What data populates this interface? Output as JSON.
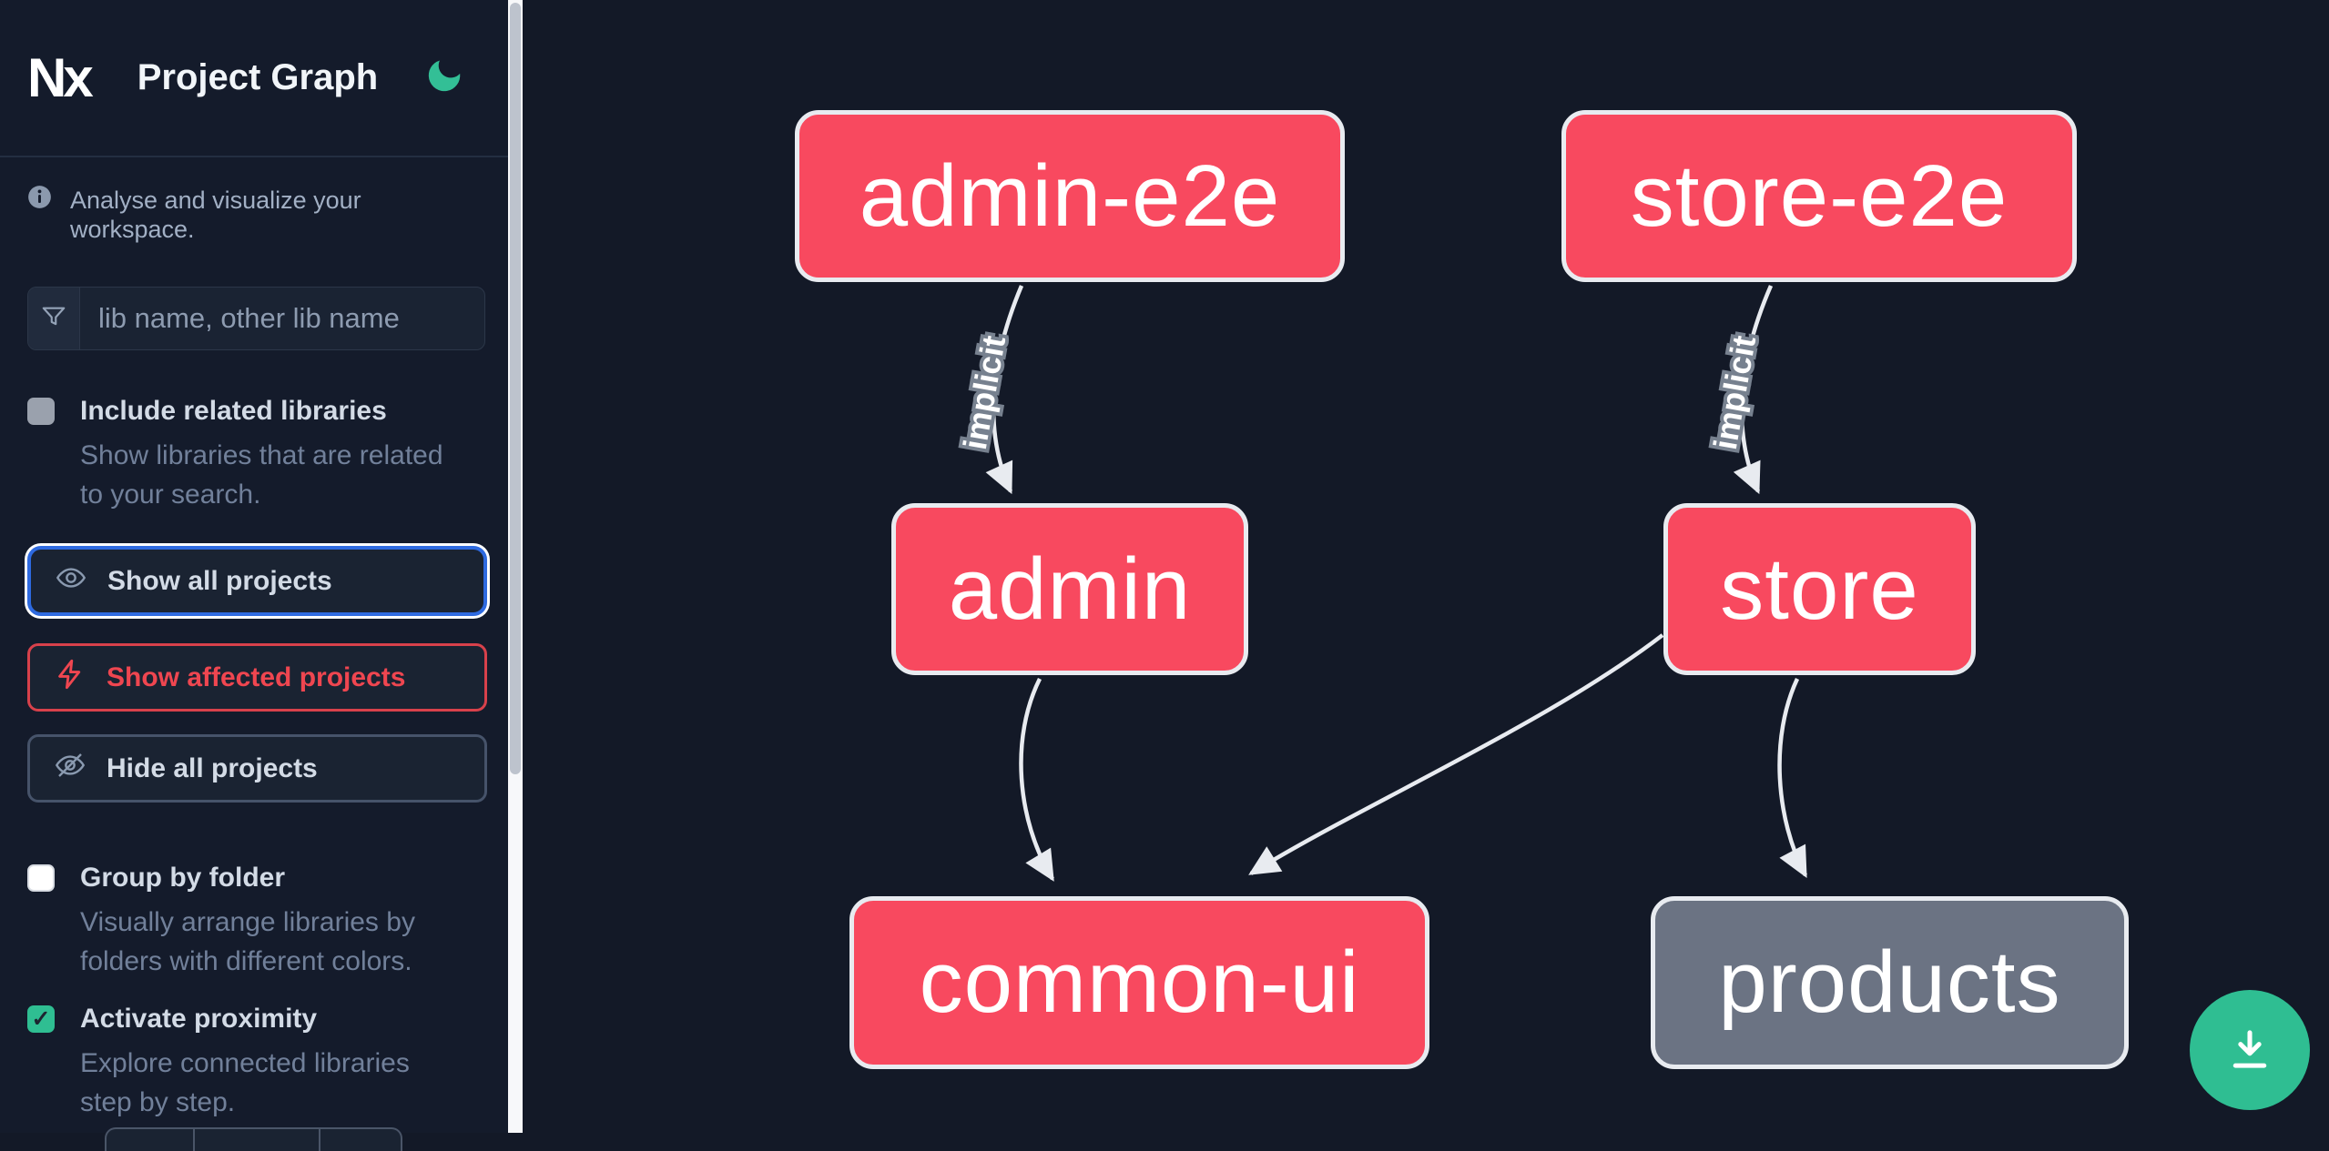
{
  "header": {
    "logo_text": "Nx",
    "title": "Project Graph"
  },
  "sidebar": {
    "tagline": "Analyse and visualize your workspace.",
    "search_placeholder": "lib name, other lib name",
    "options": [
      {
        "label": "Include related libraries",
        "description": "Show libraries that are related to your search.",
        "checked": false
      },
      {
        "label": "Group by folder",
        "description": "Visually arrange libraries by folders with different colors.",
        "checked": false
      },
      {
        "label": "Activate proximity",
        "description": "Explore connected libraries step by step.",
        "checked": true
      }
    ],
    "actions": [
      {
        "label": "Show all projects",
        "icon": "eye-icon",
        "state": "focused"
      },
      {
        "label": "Show affected projects",
        "icon": "bolt-icon",
        "state": "affected"
      },
      {
        "label": "Hide all projects",
        "icon": "eye-off-icon",
        "state": "default"
      }
    ],
    "check_glyph": "✓"
  },
  "graph": {
    "nodes": [
      {
        "id": "admin-e2e",
        "label": "admin-e2e",
        "status": "affected"
      },
      {
        "id": "store-e2e",
        "label": "store-e2e",
        "status": "affected"
      },
      {
        "id": "admin",
        "label": "admin",
        "status": "affected"
      },
      {
        "id": "store",
        "label": "store",
        "status": "affected"
      },
      {
        "id": "common-ui",
        "label": "common-ui",
        "status": "affected"
      },
      {
        "id": "products",
        "label": "products",
        "status": "normal"
      }
    ],
    "edges": [
      {
        "from": "admin-e2e",
        "to": "admin",
        "label": "implicit"
      },
      {
        "from": "store-e2e",
        "to": "store",
        "label": "implicit"
      },
      {
        "from": "admin",
        "to": "common-ui",
        "label": ""
      },
      {
        "from": "store",
        "to": "common-ui",
        "label": ""
      },
      {
        "from": "store",
        "to": "products",
        "label": ""
      }
    ]
  },
  "colors": {
    "affected_node": "#f8495f",
    "normal_node": "#6b7383",
    "accent_green": "#2fbe92",
    "focus_blue": "#2e6ae0",
    "danger_red": "#ef4650",
    "edge": "#e8ebf0"
  }
}
